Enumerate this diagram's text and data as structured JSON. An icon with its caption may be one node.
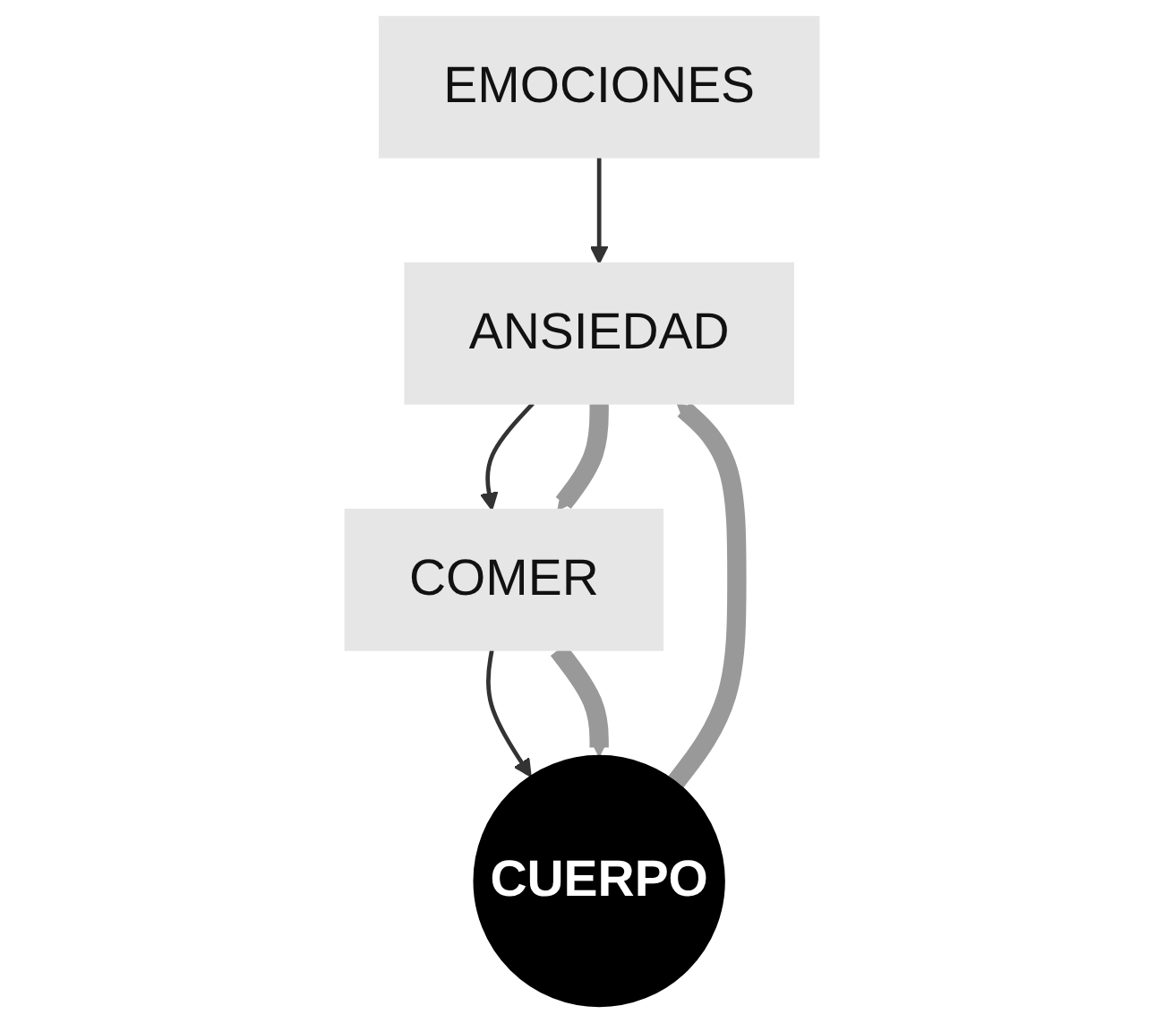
{
  "diagram": {
    "nodes": [
      {
        "text": [
          "EMOCIONES"
        ]
      },
      {
        "text": [
          "ANSIEDAD"
        ]
      },
      {
        "text": [
          "COMER"
        ]
      },
      {
        "text": [
          "CUERPO"
        ]
      }
    ],
    "edges": [
      {
        "from": 0,
        "to": 1,
        "arrow": "to"
      },
      {
        "from": 1,
        "to": 2,
        "arrow": "to"
      },
      {
        "from": 2,
        "to": 3,
        "arrow": "to"
      },
      {
        "from": 1,
        "to": 2,
        "arrow": "to",
        "style": "thick",
        "color": "#999999"
      },
      {
        "from": 2,
        "to": 3,
        "arrow": "to",
        "style": "thick",
        "color": "#999999"
      },
      {
        "from": 3,
        "to": 1,
        "arrow": "to",
        "style": "thick",
        "color": "#999999"
      }
    ]
  }
}
